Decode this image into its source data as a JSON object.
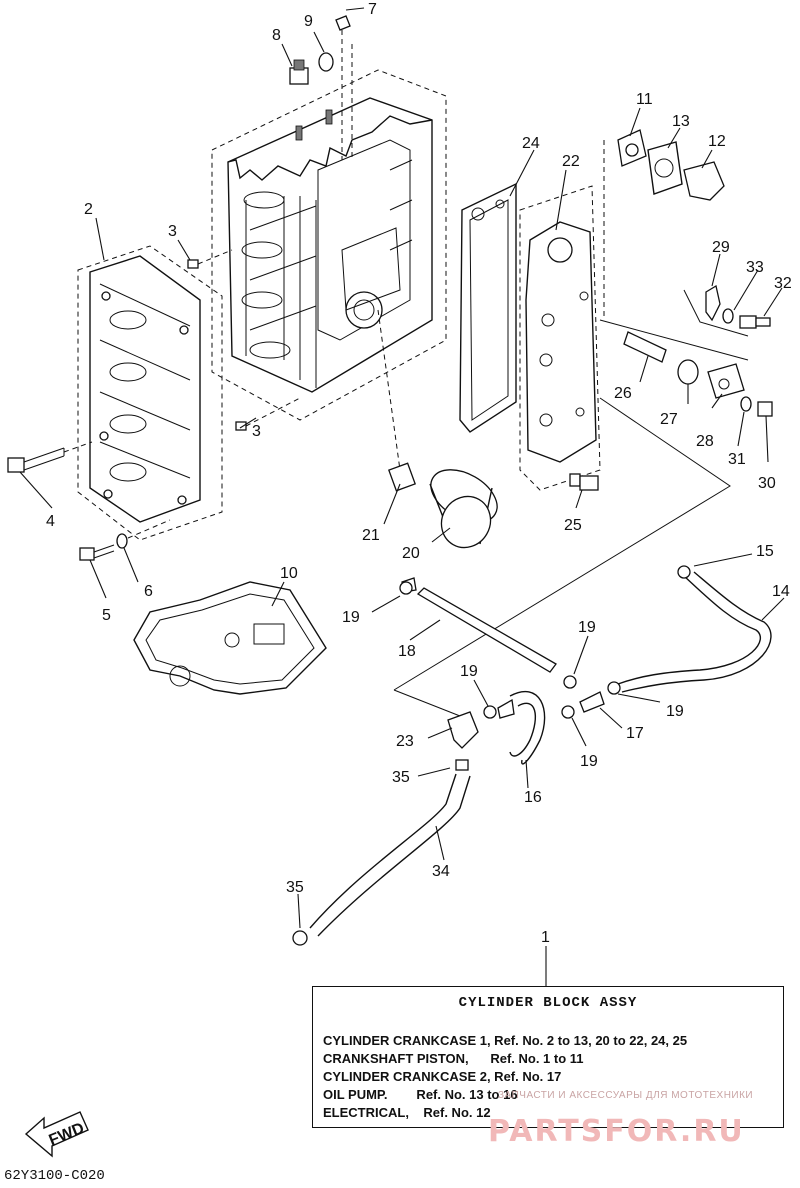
{
  "callouts": {
    "c1": "1",
    "c2": "2",
    "c3a": "3",
    "c3b": "3",
    "c4": "4",
    "c5": "5",
    "c6": "6",
    "c7": "7",
    "c8": "8",
    "c9": "9",
    "c10": "10",
    "c11": "11",
    "c12": "12",
    "c13": "13",
    "c14": "14",
    "c15": "15",
    "c16": "16",
    "c17": "17",
    "c18": "18",
    "c19a": "19",
    "c19b": "19",
    "c19c": "19",
    "c19d": "19",
    "c19e": "19",
    "c20": "20",
    "c21": "21",
    "c22": "22",
    "c23": "23",
    "c24": "24",
    "c25": "25",
    "c26": "26",
    "c27": "27",
    "c28": "28",
    "c29": "29",
    "c30": "30",
    "c31": "31",
    "c32": "32",
    "c33": "33",
    "c34": "34",
    "c35a": "35",
    "c35b": "35"
  },
  "legend": {
    "title": "CYLINDER BLOCK ASSY",
    "lines": [
      "CYLINDER CRANKCASE 1, Ref. No. 2 to 13, 20 to 22, 24, 25",
      "CRANKSHAFT PISTON,      Ref. No. 1 to 11",
      "CYLINDER CRANKCASE 2, Ref. No. 17",
      "OIL PUMP.        Ref. No. 13 to 16",
      "ELECTRICAL,    Ref. No. 12"
    ]
  },
  "fwd_label": "FWD",
  "drawing_code": "62Y3100-C020",
  "watermark": {
    "sub": "ЗАПЧАСТИ И АКСЕССУАРЫ ДЛЯ МОТОТЕХНИКИ",
    "main": "PARTSFOR.RU"
  }
}
